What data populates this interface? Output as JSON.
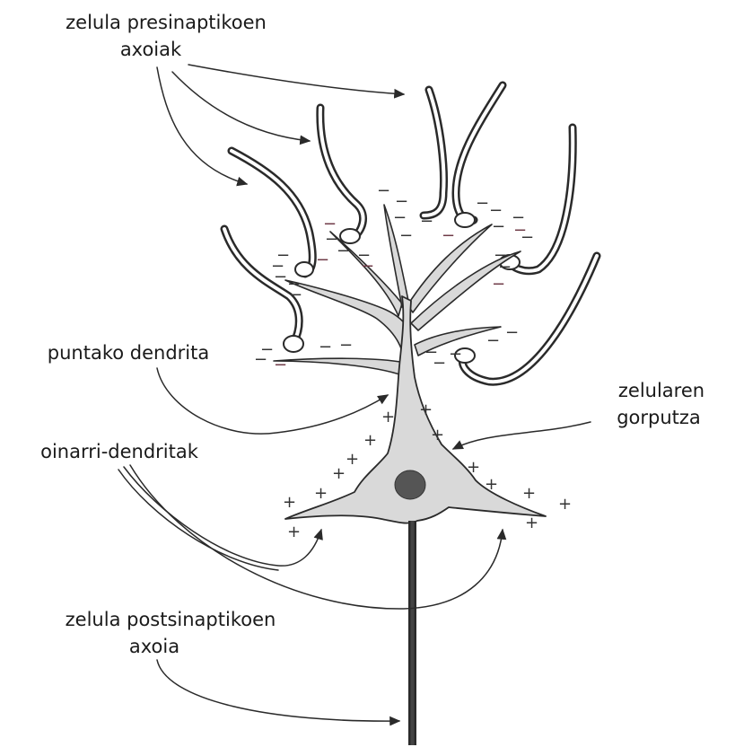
{
  "labels": {
    "presynaptic_line1": "zelula presinaptikoen",
    "presynaptic_line2": "axoiak",
    "apical_dendrite": "puntako dendrita",
    "cell_body_line1": "zelularen",
    "cell_body_line2": "gorputza",
    "basal_dendrites": "oinarri-dendritak",
    "postsynaptic_line1": "zelula postsinaptikoen",
    "postsynaptic_line2": "axoia"
  },
  "signs": {
    "minus": "−",
    "plus": "+"
  },
  "colors": {
    "ink": "#2a2a2a",
    "cell_fill": "#d9d9d9",
    "nucleus": "#555555",
    "minus_accent": "#6e3a46"
  }
}
